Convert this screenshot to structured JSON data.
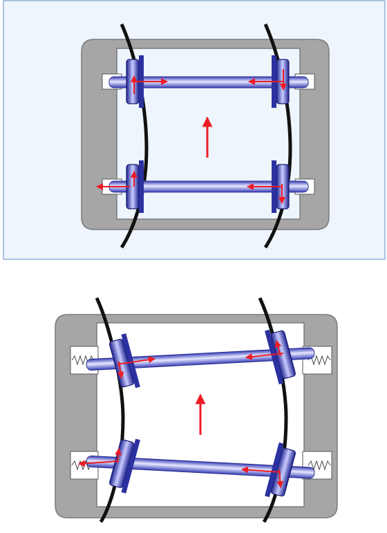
{
  "figure": {
    "panels": [
      {
        "id": "rigid-bogie",
        "background": "#eef5fd",
        "frame_color": "#a6a6a6",
        "rail_color": "#111111",
        "axle_color": "#6a70d8",
        "force_arrow_color": "#ee1c24",
        "direction_of_travel": "up"
      },
      {
        "id": "spring-suspended-bogie",
        "background": "#ffffff",
        "frame_color": "#a6a6a6",
        "rail_color": "#111111",
        "axle_color": "#6a70d8",
        "force_arrow_color": "#ee1c24",
        "direction_of_travel": "up",
        "springs": 4
      }
    ]
  }
}
